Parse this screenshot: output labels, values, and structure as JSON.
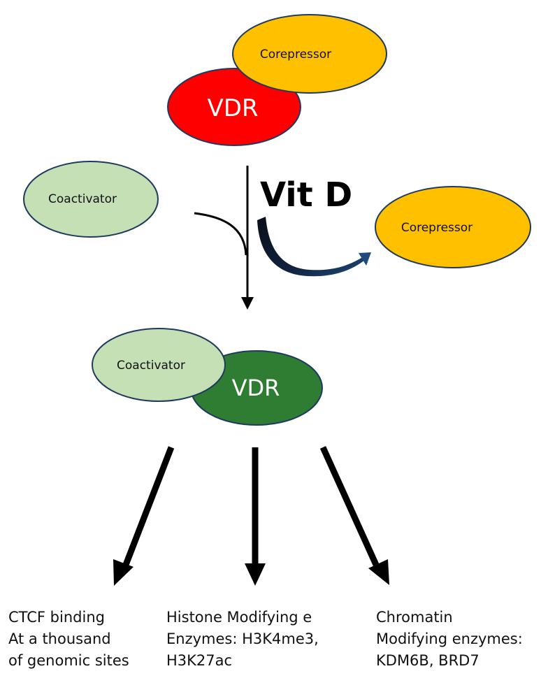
{
  "top_complex": {
    "corepressor_label": "Corepressor",
    "vdr_label": "VDR",
    "colors": {
      "corepressor": "#FFC000",
      "vdr": "#FF0000"
    }
  },
  "ligand": {
    "label": "Vit D"
  },
  "left_free": {
    "coactivator_label": "Coactivator",
    "color": "#C5E0B4"
  },
  "right_free": {
    "corepressor_label": "Corepressor",
    "color": "#FFC000"
  },
  "bottom_complex": {
    "coactivator_label": "Coactivator",
    "vdr_label": "VDR",
    "colors": {
      "coactivator": "#C5E0B4",
      "vdr": "#2E7D32"
    }
  },
  "outcomes": [
    {
      "lines": [
        "CTCF binding",
        "At  a thousand",
        "of genomic sites"
      ]
    },
    {
      "lines": [
        "Histone Modifying e",
        "Enzymes: H3K4me3,",
        "H3K27ac"
      ]
    },
    {
      "lines": [
        "Chromatin",
        "Modifying enzymes:",
        "KDM6B, BRD7"
      ]
    }
  ]
}
